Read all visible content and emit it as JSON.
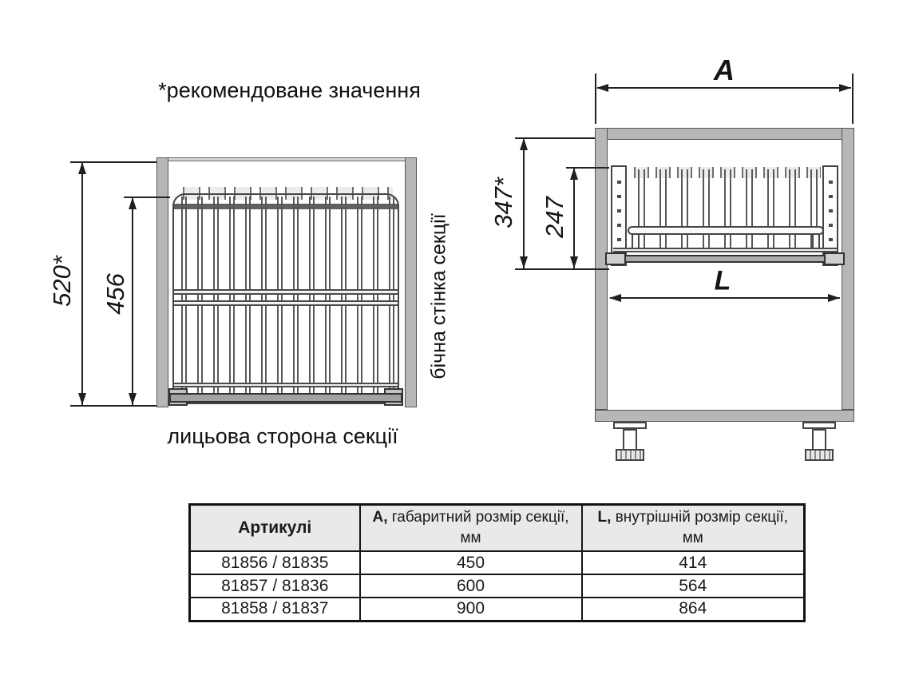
{
  "note": "*рекомендоване значення",
  "front_view": {
    "dim_outer": "520*",
    "dim_inner": "456",
    "side_wall_label": "бічна стінка секції",
    "caption": "лицьова сторона секції"
  },
  "side_view": {
    "dim_width": "A",
    "dim_height_outer": "347*",
    "dim_height_inner": "247",
    "dim_inner_width": "L"
  },
  "table": {
    "col1_header": "Артикулі",
    "col2_header": {
      "prefix": "A,",
      "label": " габаритний розмір секції,",
      "unit": "мм"
    },
    "col3_header": {
      "prefix": "L,",
      "label": " внутрішній розмір секції,",
      "unit": "мм"
    },
    "rows": [
      {
        "article": "81856 / 81835",
        "a": "450",
        "l": "414"
      },
      {
        "article": "81857 / 81836",
        "a": "600",
        "l": "564"
      },
      {
        "article": "81858 / 81837",
        "a": "900",
        "l": "864"
      }
    ]
  },
  "colors": {
    "line": "#222222",
    "panel_gray": "#b7b7b7",
    "table_header_bg": "#e9e9e9"
  }
}
